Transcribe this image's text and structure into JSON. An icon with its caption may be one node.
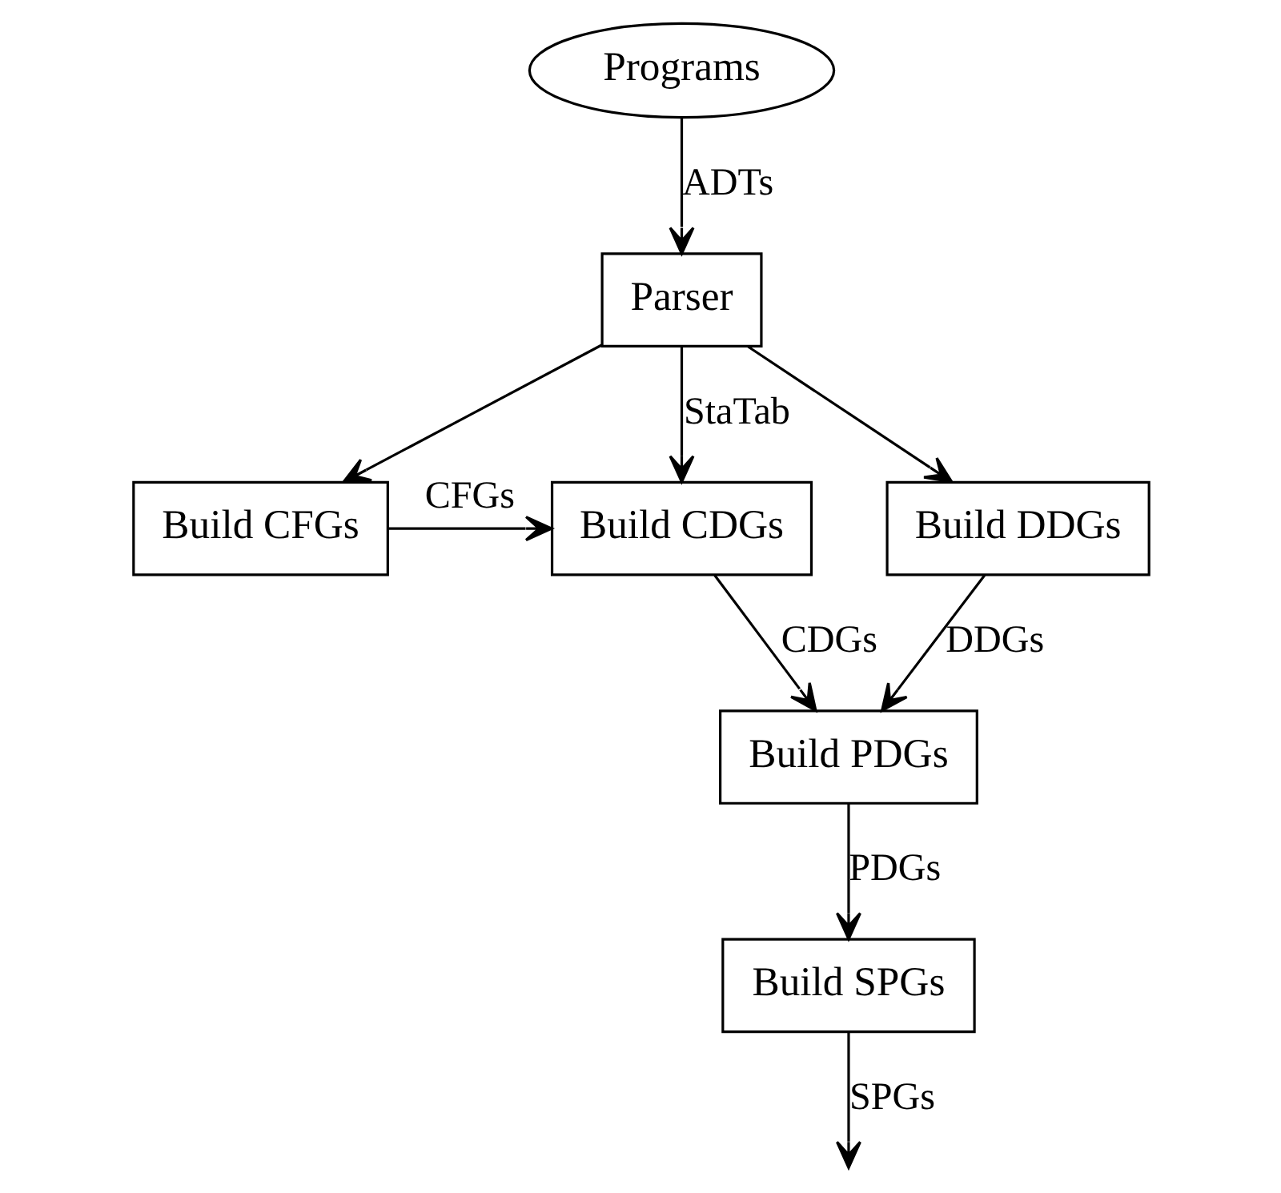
{
  "diagram": {
    "nodes": [
      {
        "text": [
          "Programs"
        ]
      },
      {
        "text": [
          "Parser"
        ]
      },
      {
        "text": [
          "Build CFGs"
        ]
      },
      {
        "text": [
          "Build CDGs"
        ]
      },
      {
        "text": [
          "Build DDGs"
        ]
      },
      {
        "text": [
          "Build PDGs"
        ]
      },
      {
        "text": [
          "Build SPGs"
        ]
      }
    ],
    "edges": [
      {
        "from": 0,
        "to": 1,
        "arrow": "to",
        "label": "ADTs"
      },
      {
        "from": 1,
        "to": 2,
        "arrow": "to"
      },
      {
        "from": 1,
        "to": 3,
        "arrow": "to",
        "label": "StaTab"
      },
      {
        "from": 1,
        "to": 4,
        "arrow": "to"
      },
      {
        "from": 2,
        "to": 3,
        "arrow": "to",
        "label": "CFGs"
      },
      {
        "from": 3,
        "to": 5,
        "arrow": "to",
        "label": "CDGs"
      },
      {
        "from": 4,
        "to": 5,
        "arrow": "to",
        "label": "DDGs"
      },
      {
        "from": 5,
        "to": 6,
        "arrow": "to",
        "label": "PDGs"
      },
      {
        "from": 6,
        "to": null,
        "arrow": "to",
        "label": "SPGs"
      }
    ]
  }
}
